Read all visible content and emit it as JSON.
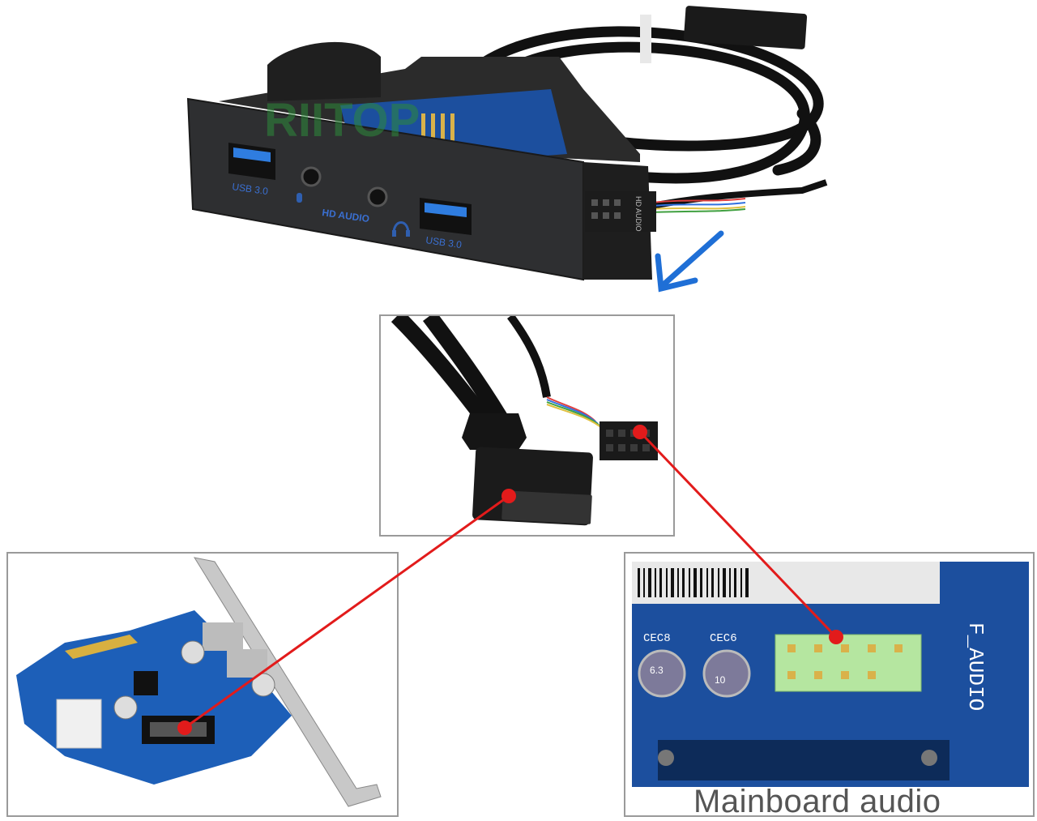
{
  "panel": {
    "usb_left": "USB 3.0",
    "usb_right": "USB 3.0",
    "audio_label": "HD AUDIO",
    "watermark": "RIITOP"
  },
  "cable_connector": {
    "label": "HD AUDIO"
  },
  "mainboard": {
    "header_label": "F_AUDIO",
    "cap_left": "CEC8",
    "cap_right": "CEC6",
    "cap_marking_1": "6.3",
    "cap_marking_2": "10"
  },
  "caption": "Mainboard audio",
  "colors": {
    "connection_line": "#e21b1b",
    "arrow": "#1f6fd6",
    "pcb_blue": "#1c4f9e",
    "header_green": "#b5e6a0"
  }
}
